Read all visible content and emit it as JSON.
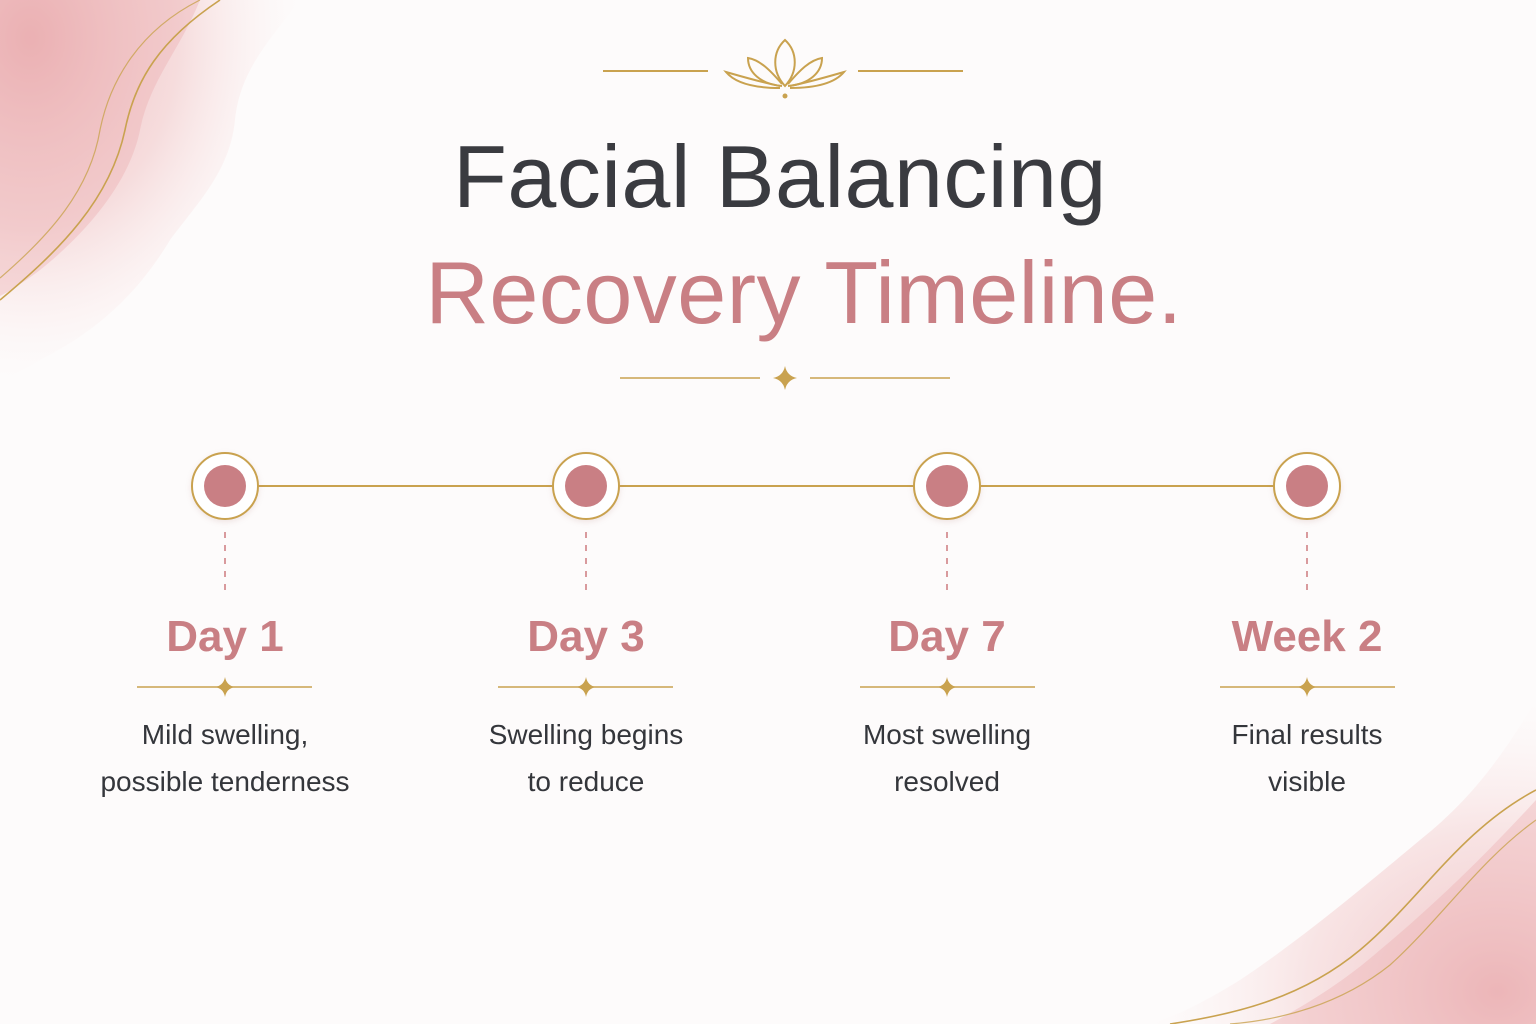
{
  "header": {
    "title_line_1": "Facial Balancing",
    "title_line_2": "Recovery Timeline."
  },
  "timeline": {
    "stages": [
      {
        "label": "Day 1",
        "description": "Mild swelling,\npossible tenderness"
      },
      {
        "label": "Day 3",
        "description": "Swelling begins\nto reduce"
      },
      {
        "label": "Day 7",
        "description": "Most swelling\nresolved"
      },
      {
        "label": "Week 2",
        "description": "Final results\nvisible"
      }
    ]
  },
  "colors": {
    "rose": "#c97f84",
    "gold": "#c9a24f",
    "charcoal": "#3a3b40",
    "background": "#fdfbfb"
  },
  "icons": {
    "header_ornament": "lotus-icon",
    "title_divider": "sparkle-icon",
    "stage_divider": "sparkle-icon",
    "timeline_node": "circle-node-icon"
  }
}
